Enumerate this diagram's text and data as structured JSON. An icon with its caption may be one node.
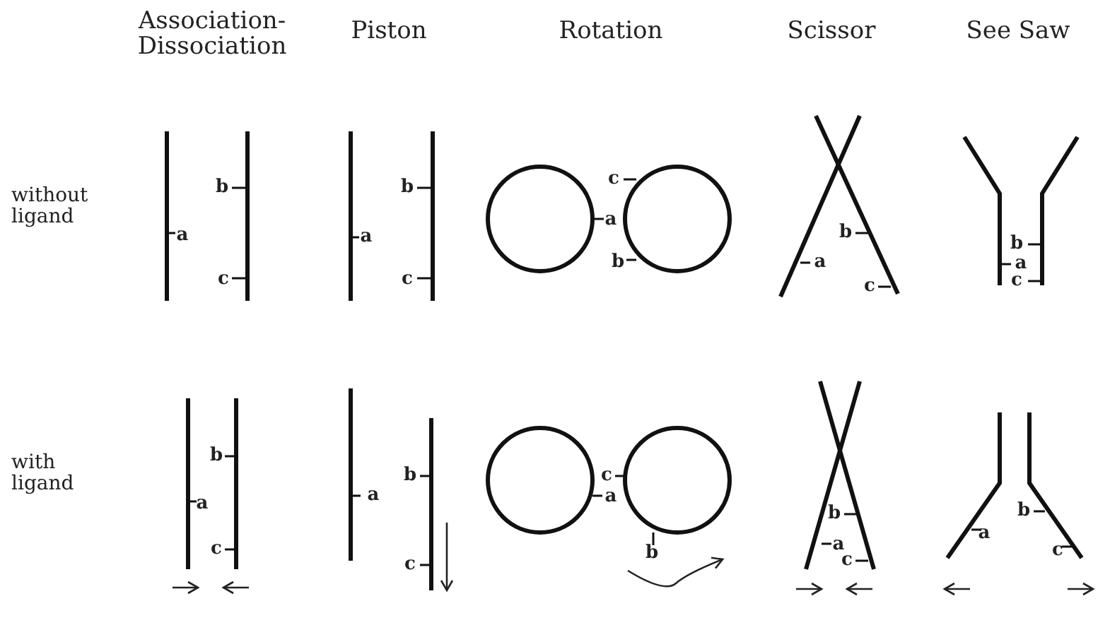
{
  "diagram": {
    "labels": [
      "Association- Dissociation",
      "Piston",
      "Rotation",
      "Scissor",
      "See Saw",
      "without ligand",
      "b",
      "a",
      "c",
      "b",
      "a",
      "c",
      "c",
      "a",
      "b",
      "b",
      "a",
      "c",
      "b",
      "a",
      "c",
      "with ligand",
      "b",
      "a",
      "c",
      "b",
      "a",
      "c",
      "c",
      "a",
      "b",
      "b",
      "a",
      "c",
      "b",
      "a",
      "c"
    ]
  }
}
